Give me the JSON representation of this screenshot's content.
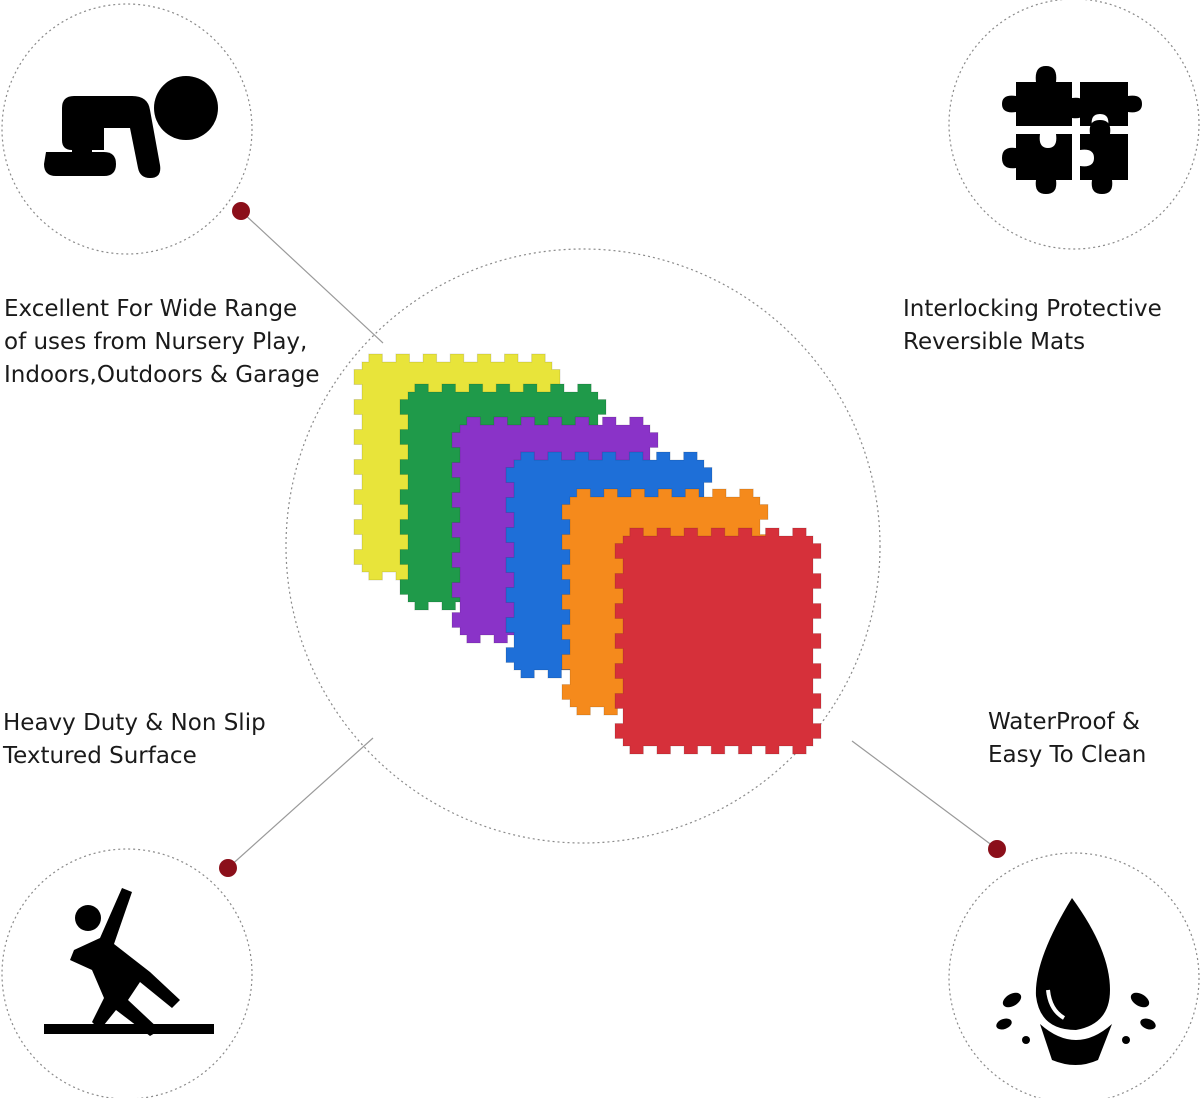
{
  "features": {
    "top_left": {
      "icon": "crawling-baby-icon",
      "lines": [
        "Excellent For Wide Range",
        "of uses from Nursery Play,",
        "Indoors,Outdoors & Garage"
      ]
    },
    "top_right": {
      "icon": "puzzle-pieces-icon",
      "lines": [
        "Interlocking Protective",
        "Reversible Mats"
      ]
    },
    "bottom_left": {
      "icon": "slipping-person-icon",
      "lines": [
        "Heavy Duty & Non Slip",
        "Textured Surface"
      ]
    },
    "bottom_right": {
      "icon": "water-drop-splash-icon",
      "lines": [
        "WaterProof &",
        "Easy To Clean"
      ]
    }
  },
  "center": {
    "icon": "stacked-foam-mats-image",
    "mat_colors": [
      "#e8e43a",
      "#1f9a4a",
      "#8a33c8",
      "#1e6fd8",
      "#f58a1c",
      "#d6303a"
    ]
  },
  "colors": {
    "connector_dot": "#8b0f1a",
    "circle_border": "#9a9a9a",
    "icon": "#000000"
  }
}
